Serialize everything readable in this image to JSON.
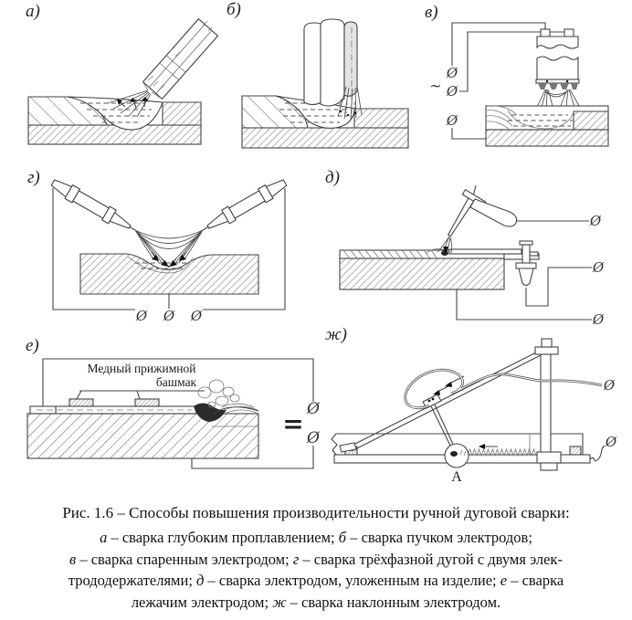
{
  "figure": {
    "panels": [
      {
        "key": "a",
        "label": "а)"
      },
      {
        "key": "b",
        "label": "б)"
      },
      {
        "key": "v",
        "label": "в)"
      },
      {
        "key": "g",
        "label": "г)"
      },
      {
        "key": "d",
        "label": "д)"
      },
      {
        "key": "e",
        "label": "е)"
      },
      {
        "key": "zh",
        "label": "ж)"
      }
    ],
    "annotations": {
      "copper_shoe_line1": "Медный прижимной",
      "copper_shoe_line2": "башмак",
      "point_a": "А"
    },
    "symbols": {
      "terminal": "Ø",
      "ac": "~",
      "dc": "="
    },
    "caption": {
      "title": "Рис. 1.6 – Способы повышения производительности ручной дуговой сварки:",
      "lines": [
        {
          "segments": [
            {
              "text": "а"
            },
            {
              "text": " – сварка глубоким проплавлением; "
            },
            {
              "text": "б"
            },
            {
              "text": " – сварка пучком электродов;"
            }
          ]
        },
        {
          "segments": [
            {
              "text": "в"
            },
            {
              "text": " – сварка спаренным электродом; "
            },
            {
              "text": "г"
            },
            {
              "text": " – сварка трёхфазной дугой с двумя элек-"
            }
          ]
        },
        {
          "segments": [
            {
              "text": "трододержателями; "
            },
            {
              "text": "д"
            },
            {
              "text": " – сварка электродом, уложенным на изделие; "
            },
            {
              "text": "е"
            },
            {
              "text": " – сварка"
            }
          ]
        },
        {
          "segments": [
            {
              "text": "лежачим электродом; "
            },
            {
              "text": "ж"
            },
            {
              "text": " – сварка наклонным электродом."
            }
          ]
        }
      ]
    }
  }
}
